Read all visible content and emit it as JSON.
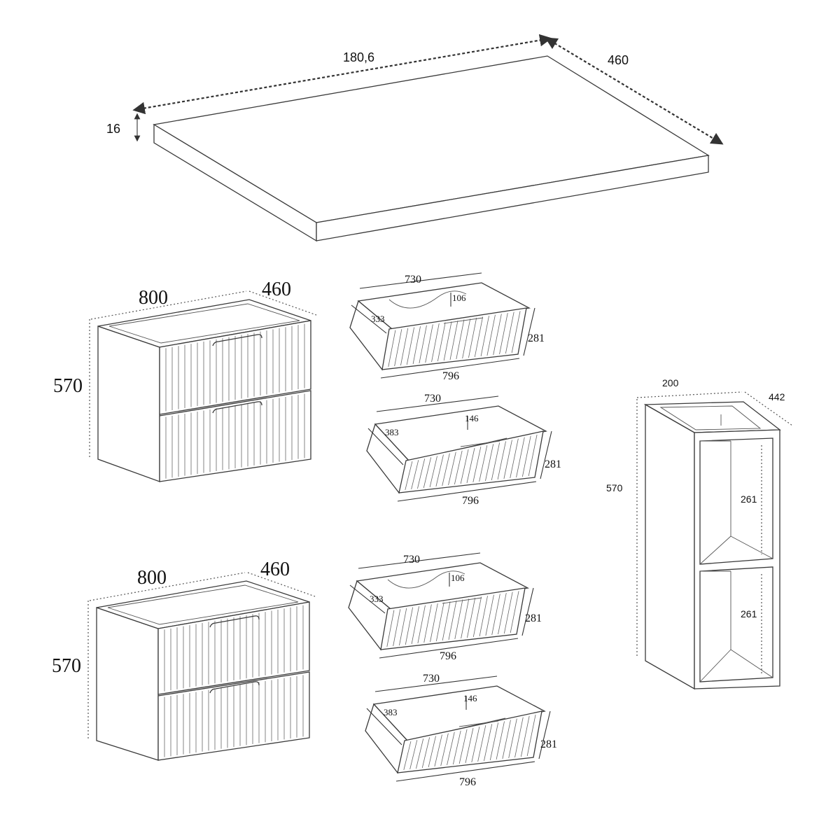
{
  "countertop": {
    "length": "180,6",
    "depth": "460",
    "thickness": "16"
  },
  "cabinet_top": {
    "width": "800",
    "depth": "460",
    "height": "570"
  },
  "cabinet_bottom": {
    "width": "800",
    "depth": "460",
    "height": "570"
  },
  "drawer_upper_1": {
    "inner_width": "730",
    "notch": "106",
    "inner_depth": "333",
    "front_height": "281",
    "front_width": "796"
  },
  "drawer_lower_1": {
    "inner_width": "730",
    "notch": "146",
    "inner_depth": "383",
    "front_height": "281",
    "front_width": "796"
  },
  "drawer_upper_2": {
    "inner_width": "730",
    "notch": "106",
    "inner_depth": "333",
    "front_height": "281",
    "front_width": "796"
  },
  "drawer_lower_2": {
    "inner_width": "730",
    "notch": "146",
    "inner_depth": "383",
    "front_height": "281",
    "front_width": "796"
  },
  "shelf_unit": {
    "width": "200",
    "depth": "442",
    "height": "570",
    "shelf_upper": "261",
    "shelf_lower": "261"
  }
}
